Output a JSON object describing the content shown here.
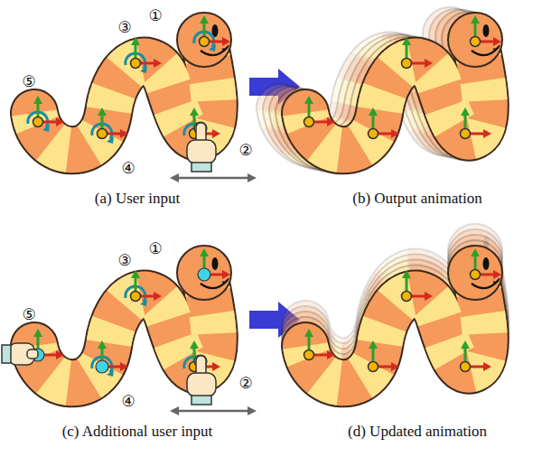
{
  "diagram": {
    "labels": [
      "①",
      "②",
      "③",
      "④",
      "⑤",
      "(a) User input",
      "(b) Output animation",
      "①",
      "②",
      "③",
      "④",
      "⑤",
      "(c) Additional user input",
      "(d) Updated animation"
    ]
  }
}
